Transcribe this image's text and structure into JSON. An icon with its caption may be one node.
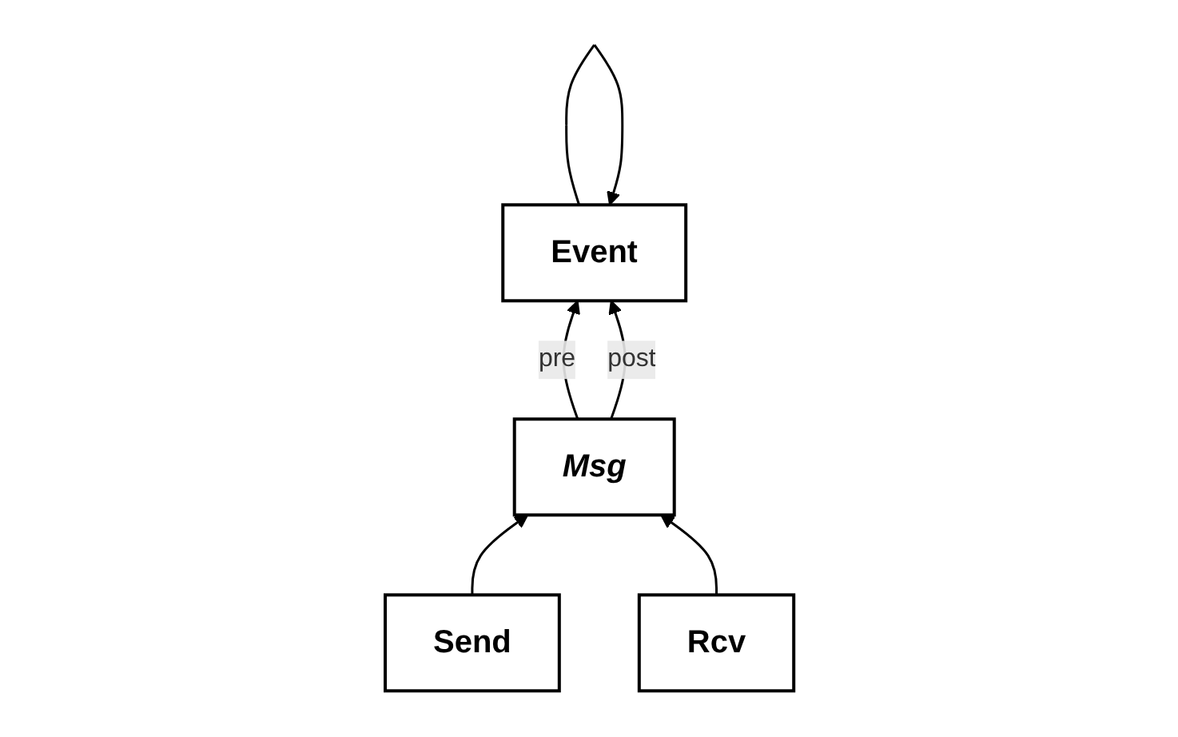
{
  "diagram": {
    "nodes": [
      {
        "text": [
          "Event"
        ]
      },
      {
        "text": [
          "Msg"
        ]
      },
      {
        "text": [
          "Send"
        ]
      },
      {
        "text": [
          "Rcv"
        ]
      }
    ],
    "edges": [
      {
        "from": 0,
        "to": 0,
        "arrow": "to"
      },
      {
        "from": 1,
        "to": 0,
        "label": "pre",
        "arrow": "to"
      },
      {
        "from": 1,
        "to": 0,
        "label": "post",
        "arrow": "to"
      },
      {
        "from": 2,
        "to": 1,
        "arrow": "to"
      },
      {
        "from": 3,
        "to": 1,
        "arrow": "to"
      }
    ]
  }
}
